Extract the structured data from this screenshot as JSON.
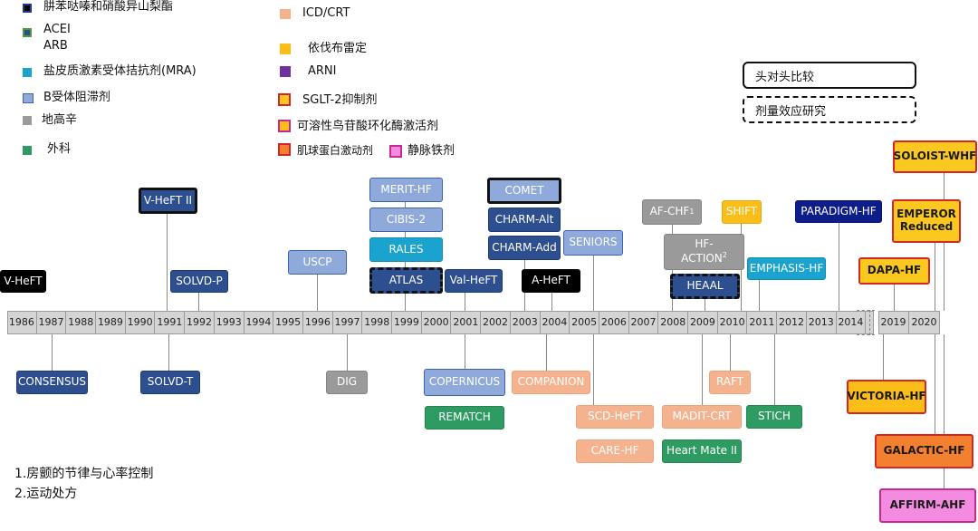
{
  "legend": {
    "hydralazine": "肼苯哒嗪和硝酸异山梨酯",
    "acei": "ACEI",
    "arb": "ARB",
    "mra": "盐皮质激素受体拮抗剂(MRA)",
    "beta": "B受体阻滞剂",
    "digoxin": "地高辛",
    "surgery": "外科",
    "icd": "ICD/CRT",
    "ivabradine": "依伐布雷定",
    "arni": "ARNI",
    "sglt2": "SGLT-2抑制剂",
    "sgc": "可溶性鸟苷酸环化酶激活剂",
    "myosin": "肌球蛋白激动剂",
    "iron": "静脉铁剂",
    "head_to_head": "头对头比较",
    "dose_effect": "剂量效应研究"
  },
  "years": [
    "1986",
    "1987",
    "1988",
    "1989",
    "1990",
    "1991",
    "1992",
    "1993",
    "1994",
    "1995",
    "1996",
    "1997",
    "1998",
    "1999",
    "2000",
    "2001",
    "2002",
    "2003",
    "2004",
    "2005",
    "2006",
    "2007",
    "2008",
    "2009",
    "2010",
    "2011",
    "2012",
    "2013",
    "2014",
    "2019",
    "2020"
  ],
  "trials": {
    "vheft": "V-HeFT",
    "vheft2": "V-HeFT II",
    "solvdp": "SOLVD-P",
    "uscp": "USCP",
    "merit": "MERIT-HF",
    "cibis": "CIBIS-2",
    "rales": "RALES",
    "atlas": "ATLAS",
    "valheft": "Val-HeFT",
    "comet": "COMET",
    "charmalt": "CHARM-Alt",
    "charmadd": "CHARM-Add",
    "aheft": "A-HeFT",
    "seniors": "SENIORS",
    "afchf": "AF-CHF",
    "afchf_sup": "1",
    "hfaction": "HF-",
    "hfaction2": "ACTION",
    "hfaction_sup": "2",
    "heaal": "HEAAL",
    "shift": "SHIFT",
    "emphasis": "EMPHASIS-HF",
    "paradigm": "PARADIGM-HF",
    "soloist": "SOLOIST-WHF",
    "emperor": "EMPEROR",
    "emperor2": "Reduced",
    "dapa": "DAPA-HF",
    "consensus": "CONSENSUS",
    "solvdt": "SOLVD-T",
    "dig": "DIG",
    "copernicus": "COPERNICUS",
    "rematch": "REMATCH",
    "companion": "COMPANION",
    "scdheft": "SCD-HeFT",
    "careHf": "CARE-HF",
    "madit": "MADIT-CRT",
    "heartmate": "Heart Mate II",
    "raft": "RAFT",
    "stich": "STICH",
    "victoria": "VICTORIA-HF",
    "galactic": "GALACTIC-HF",
    "affirm": "AFFIRM-AHF"
  },
  "notes": {
    "line1": "1.房颤的节律与心率控制",
    "line2": "2.运动处方"
  },
  "colors": {
    "navy": "#2e4f8f",
    "light_blue": "#8fa9db",
    "cyan": "#1aa3cf",
    "grey": "#9a9a9a",
    "green": "#2e9c62",
    "salmon": "#f4b28e",
    "gold": "#fbbd17",
    "purple": "#7030a0",
    "red_border": "#d32626",
    "orange": "#f2802f",
    "pink": "#f38be0"
  }
}
